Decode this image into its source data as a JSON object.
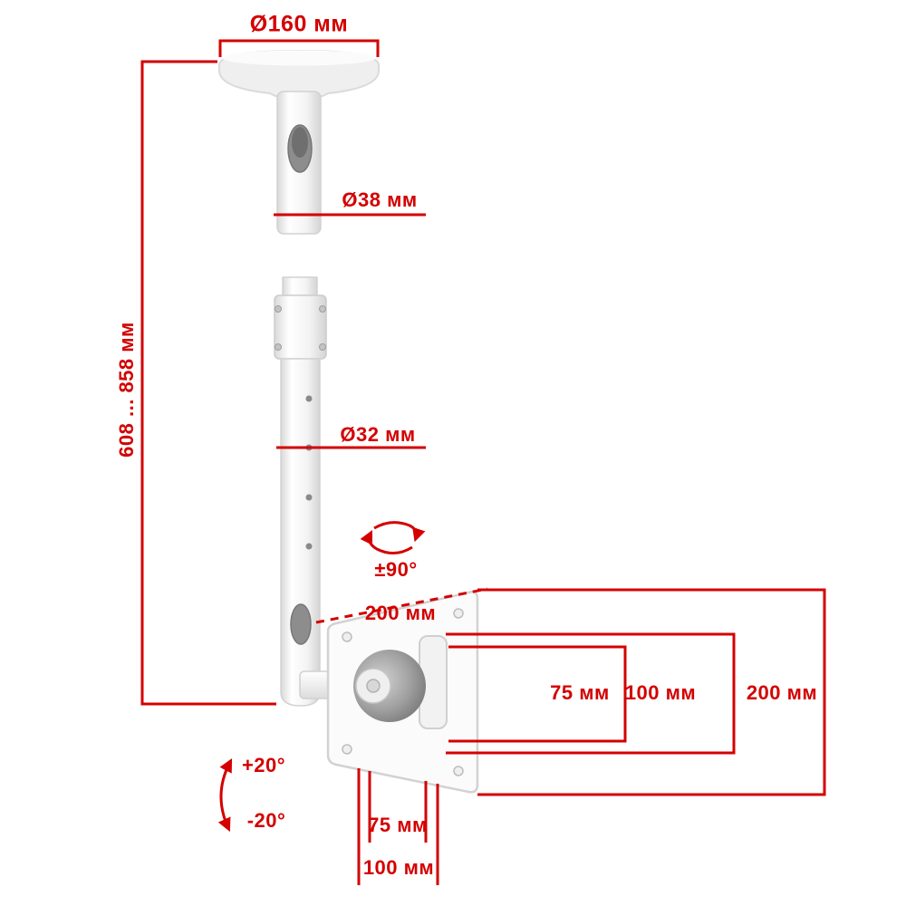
{
  "diagram": {
    "type": "dimension-diagram",
    "subject": "ceiling TV mount with swivel and tilt",
    "accent_color": "#d40000",
    "labels": {
      "plate_diameter": "Ø160 мм",
      "upper_pipe_diameter": "Ø38 мм",
      "height_range": "608 ... 858 мм",
      "lower_pipe_diameter": "Ø32 мм",
      "swivel_angle": "±90°",
      "plate_depth": "200 мм",
      "vesa_75_vertical": "75 мм",
      "vesa_100_vertical": "100 мм",
      "plate_height": "200 мм",
      "tilt_up": "+20°",
      "tilt_down": "-20°",
      "vesa_75_horizontal": "75 мм",
      "vesa_100_horizontal": "100 мм"
    }
  }
}
